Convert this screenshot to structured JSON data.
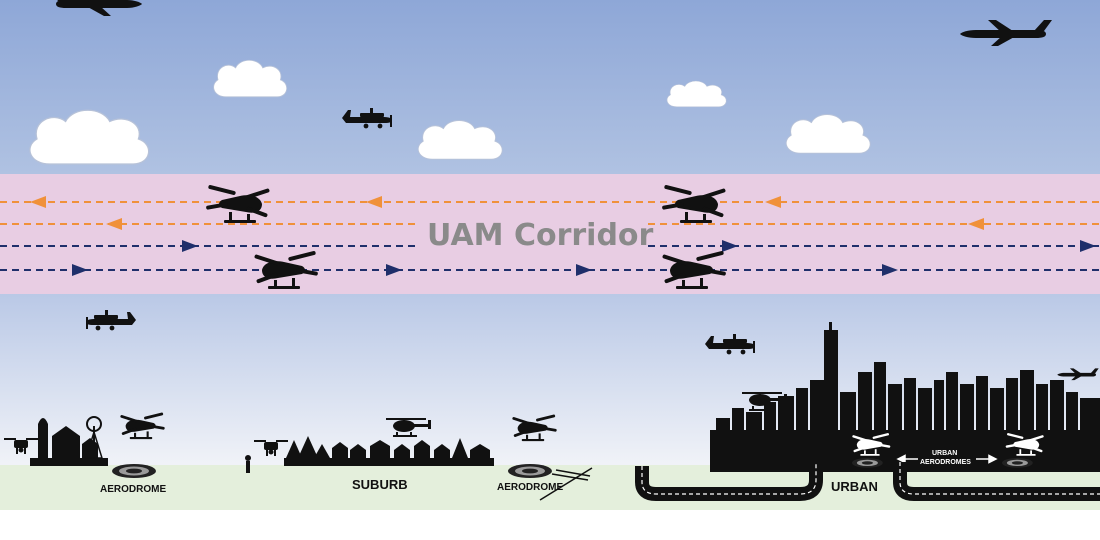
{
  "corridor": {
    "label": "UAM Corridor",
    "color": "#e8cde3",
    "westbound_lane_color": "#f0913a",
    "eastbound_lane_color": "#1f2f6b"
  },
  "ground_labels": {
    "aerodrome_rural": "AERODROME",
    "suburb": "SUBURB",
    "aerodrome_suburb": "AERODROME",
    "urban": "URBAN",
    "urban_aerodromes_line1": "URBAN",
    "urban_aerodromes_line2": "AERODROMES"
  },
  "colors": {
    "sky_top": "#8fa9d8",
    "sky_bottom": "#eef1f7",
    "ground": "#e6f0de",
    "silhouette": "#111111",
    "cloud": "#ffffff"
  },
  "icons": [
    "airliner-icon",
    "small-plane-icon",
    "evtol-icon",
    "drone-icon",
    "helicopter-icon",
    "cloud-icon",
    "farm-icon",
    "suburb-houses-icon",
    "city-skyline-icon",
    "road-icon",
    "helipad-icon",
    "person-icon"
  ]
}
